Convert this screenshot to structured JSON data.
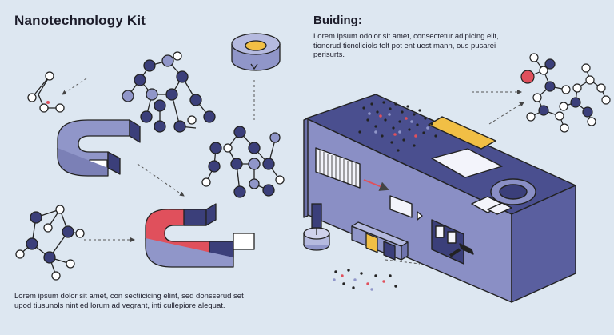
{
  "title": "Nanotechnology Kit",
  "building": {
    "heading": "Buiding:",
    "text": "Lorem ipsum odolor sit amet, consectetur adipicing elit, tionorud ticncliciols telt pot ent uest mann, ous pusarei perisurts."
  },
  "bottom_text": "Lorem ipsum dolor sit amet, con sectiicicing elint, sed donsserud set upod tiusunols nint ed lorum ad vegrant, inti cullepiore alequat.",
  "colors": {
    "navy": "#3b3f7a",
    "lavender": "#9096c9",
    "red": "#e0505c",
    "yellow": "#f1bf45",
    "bg": "#dde7f1"
  }
}
